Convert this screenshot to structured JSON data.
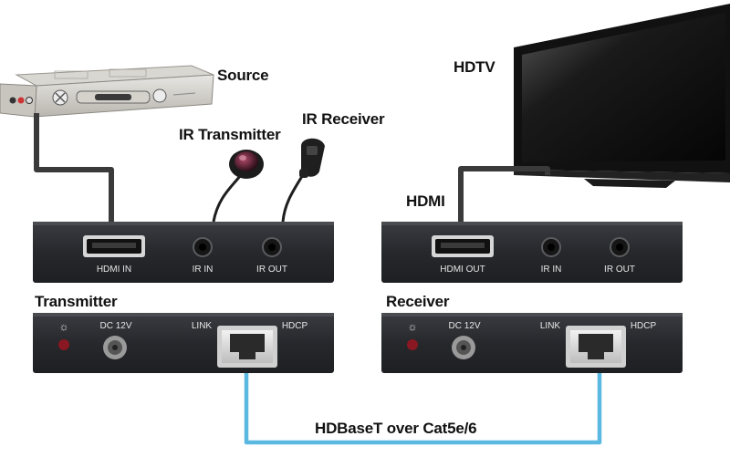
{
  "labels": {
    "source": "Source",
    "hdtv": "HDTV",
    "ir_transmitter": "IR Transmitter",
    "ir_receiver": "IR Receiver",
    "hdmi": "HDMI",
    "transmitter": "Transmitter",
    "receiver": "Receiver",
    "cable": "HDBaseT over Cat5e/6"
  },
  "transmitter_front": {
    "hdmi": "HDMI IN",
    "ir_in": "IR IN",
    "ir_out": "IR OUT"
  },
  "receiver_front": {
    "hdmi": "HDMI OUT",
    "ir_in": "IR IN",
    "ir_out": "IR OUT"
  },
  "rear_panel": {
    "power": "☼",
    "dc": "DC 12V",
    "link": "LINK",
    "hdcp": "HDCP"
  },
  "colors": {
    "device_body": "#2b2d31",
    "device_panel": "#23252a",
    "cable_dark": "#3a3a3a",
    "cat_cable": "#5bb8e0",
    "led_red": "#8a1822"
  }
}
